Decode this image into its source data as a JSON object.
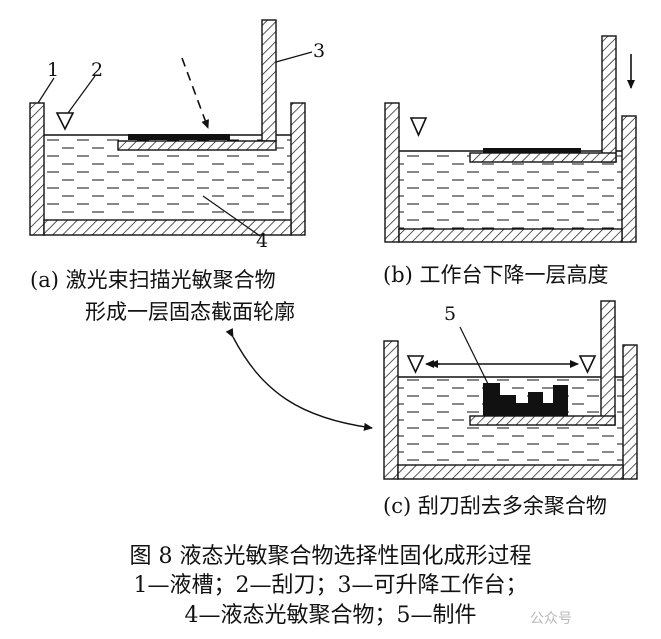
{
  "colors": {
    "ink": "#111111",
    "paper": "#ffffff",
    "watermark": "#b9b9b9"
  },
  "part_numbers": {
    "n1": "1",
    "n2": "2",
    "n3": "3",
    "n4": "4",
    "n5": "5"
  },
  "panels": {
    "a": {
      "caption_line1": "(a) 激光束扫描光敏聚合物",
      "caption_line2": "形成一层固态截面轮廓"
    },
    "b": {
      "caption": "(b) 工作台下降一层高度"
    },
    "c": {
      "caption": "(c) 刮刀刮去多余聚合物"
    }
  },
  "figure": {
    "title": "图 8    液态光敏聚合物选择性固化成形过程",
    "legend_line1": "1—液槽；2—刮刀；3—可升降工作台；",
    "legend_line2": "4—液态光敏聚合物；5—制件"
  },
  "watermark": {
    "text": "公众号"
  }
}
